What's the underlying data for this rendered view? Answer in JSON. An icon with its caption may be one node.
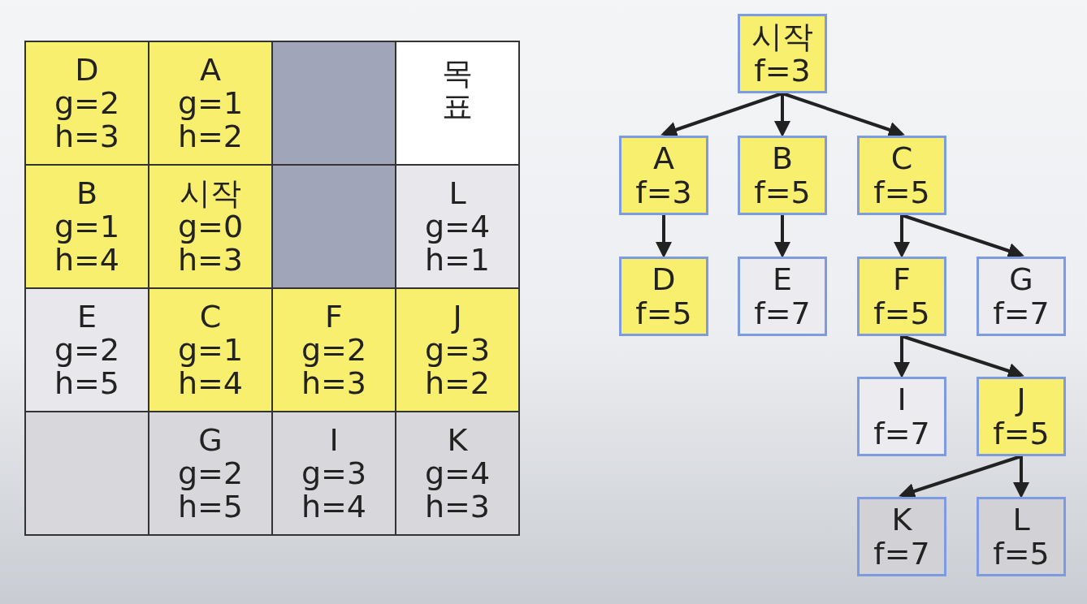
{
  "diagram": {
    "nodes": [
      {
        "text": [
          "시작",
          "f=3"
        ]
      },
      {
        "text": [
          "A",
          "f=3"
        ]
      },
      {
        "text": [
          "B",
          "f=5"
        ]
      },
      {
        "text": [
          "C",
          "f=5"
        ]
      },
      {
        "text": [
          "D",
          "f=5"
        ]
      },
      {
        "text": [
          "E",
          "f=7"
        ]
      },
      {
        "text": [
          "F",
          "f=5"
        ]
      },
      {
        "text": [
          "G",
          "f=7"
        ]
      },
      {
        "text": [
          "I",
          "f=7"
        ]
      },
      {
        "text": [
          "J",
          "f=5"
        ]
      },
      {
        "text": [
          "K",
          "f=7"
        ]
      },
      {
        "text": [
          "L",
          "f=5"
        ]
      }
    ],
    "edges": [
      {
        "from": 0,
        "to": 1,
        "arrow": "to"
      },
      {
        "from": 0,
        "to": 2,
        "arrow": "to"
      },
      {
        "from": 0,
        "to": 3,
        "arrow": "to"
      },
      {
        "from": 1,
        "to": 4,
        "arrow": "to"
      },
      {
        "from": 2,
        "to": 5,
        "arrow": "to"
      },
      {
        "from": 3,
        "to": 6,
        "arrow": "to"
      },
      {
        "from": 3,
        "to": 7,
        "arrow": "to"
      },
      {
        "from": 6,
        "to": 8,
        "arrow": "to"
      },
      {
        "from": 6,
        "to": 9,
        "arrow": "to"
      },
      {
        "from": 9,
        "to": 10,
        "arrow": "to"
      },
      {
        "from": 9,
        "to": 11,
        "arrow": "to"
      }
    ],
    "labels": [
      "D g=2 h=3",
      "A g=1 h=2",
      "목표",
      "B g=1 h=4",
      "시작 g=0 h=3",
      "L g=4 h=1",
      "E g=2 h=5",
      "C g=1 h=4",
      "F g=2 h=3",
      "J g=3 h=2",
      "G g=2 h=5",
      "I g=3 h=4",
      "K g=4 h=3"
    ]
  }
}
